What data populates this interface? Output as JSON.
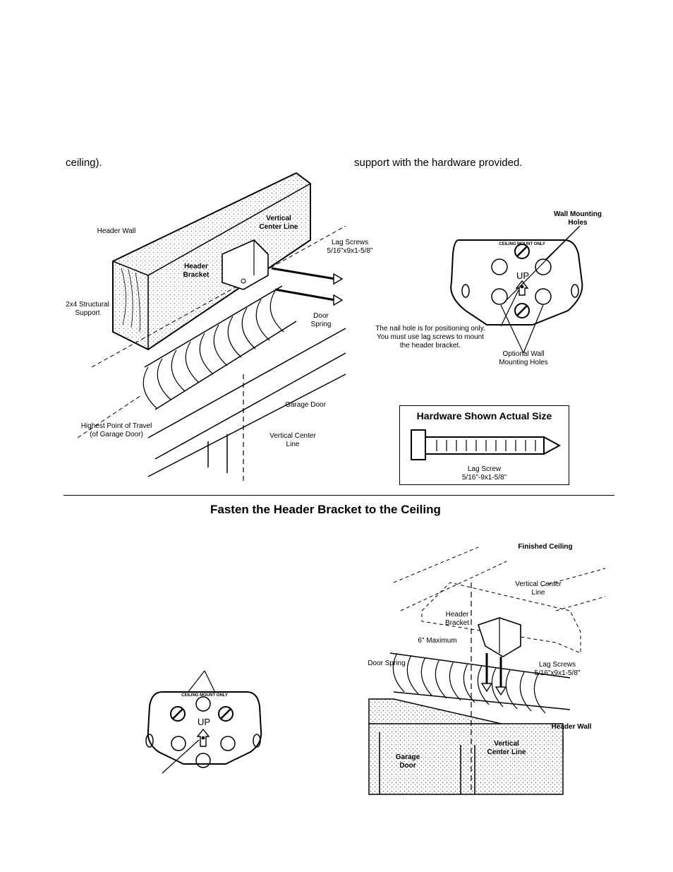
{
  "top_text": {
    "left_fragment": "ceiling).",
    "right_fragment": "support with the hardware provided."
  },
  "wall_mount_figure": {
    "header_wall": "Header Wall",
    "vertical_center_line_top": "Vertical Center Line",
    "header_bracket": "Header Bracket",
    "lag_screws": "Lag Screws",
    "lag_screws_size": "5/16\"x9x1-5/8\"",
    "structural_support": "2x4 Structural Support",
    "door_spring": "Door Spring",
    "garage_door": "Garage Door",
    "highest_point": "Highest Point of Travel (of Garage Door)",
    "vertical_center_line_bottom": "Vertical Center Line"
  },
  "bracket_detail_top": {
    "wall_mounting_holes": "Wall Mounting Holes",
    "ceiling_mount_only": "CEILING MOUNT ONLY",
    "up": "UP",
    "nail_hole_note": "The nail hole is for positioning only. You must use lag screws to mount the header bracket.",
    "optional_holes": "Optional Wall Mounting Holes"
  },
  "hardware_box": {
    "title": "Hardware Shown Actual Size",
    "item": "Lag Screw",
    "size": "5/16\"-9x1-5/8\""
  },
  "section_title": "Fasten the Header Bracket to the Ceiling",
  "bracket_detail_bottom": {
    "ceiling_mount_only": "CEILING MOUNT ONLY",
    "up": "UP"
  },
  "ceiling_mount_figure": {
    "finished_ceiling": "Finished Ceiling",
    "vertical_center_line_top": "Vertical Center Line",
    "header_bracket": "Header Bracket",
    "six_inch_max": "6\" Maximum",
    "lag_screws": "Lag Screws",
    "lag_screws_size": "5/16\"x9x1-5/8\"",
    "door_spring": "Door Spring",
    "header_wall": "Header Wall",
    "vertical_center_line_bottom": "Vertical Center Line",
    "garage_door": "Garage Door"
  }
}
